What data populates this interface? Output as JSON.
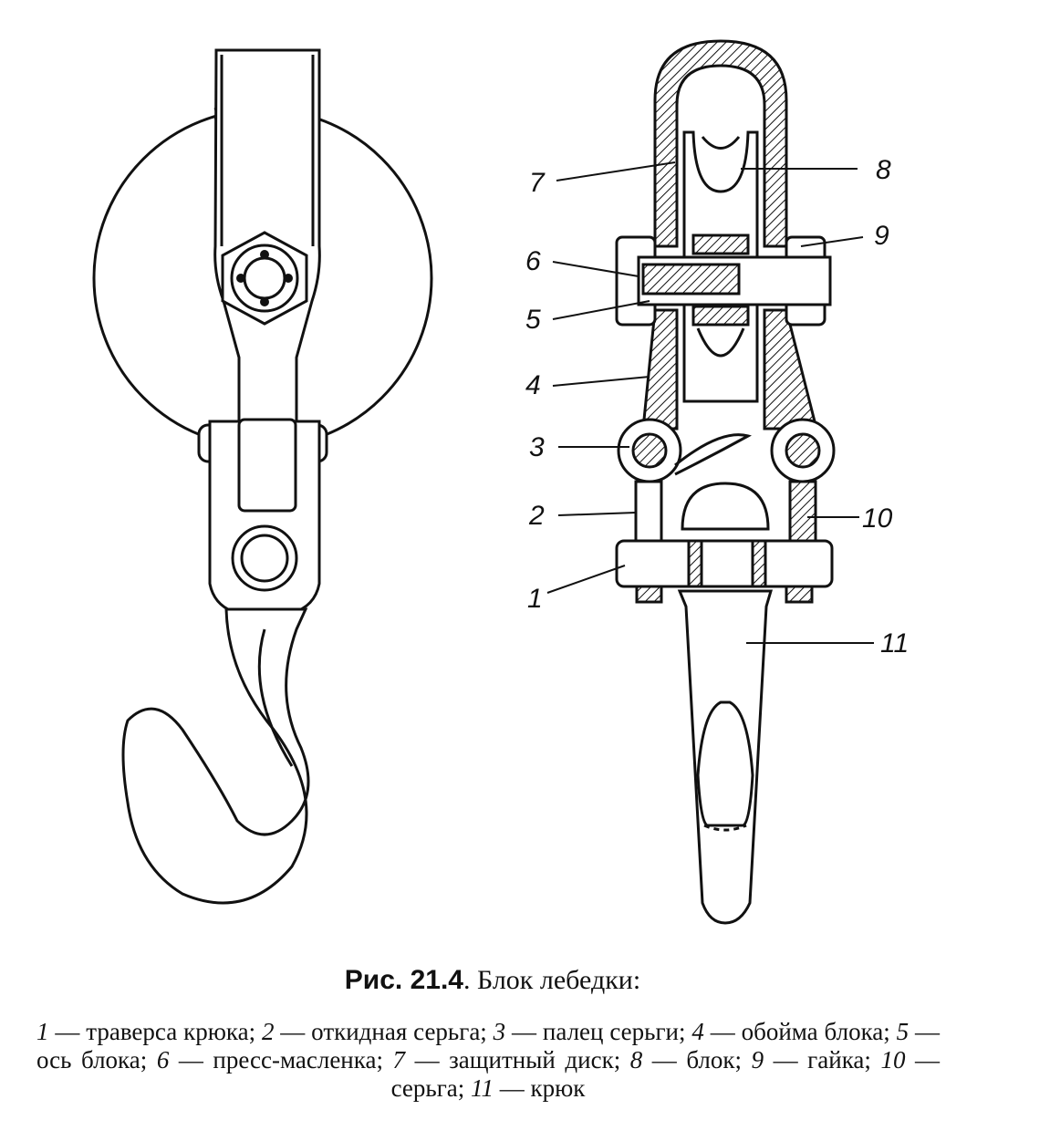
{
  "caption": {
    "number": "Рис. 21.4",
    "title": ". Блок лебедки:"
  },
  "callouts": [
    "1",
    "2",
    "3",
    "4",
    "5",
    "6",
    "7",
    "8",
    "9",
    "10",
    "11"
  ],
  "legend": [
    {
      "num": "1",
      "text": " — траверса крюка; "
    },
    {
      "num": "2",
      "text": " — откидная серьга; "
    },
    {
      "num": "3",
      "text": " — палец серьги; "
    },
    {
      "num": "4",
      "text": " — обойма блока; "
    },
    {
      "num": "5",
      "text": " — ось блока; "
    },
    {
      "num": "6",
      "text": " — пресс-масленка; "
    },
    {
      "num": "7",
      "text": " — защитный диск; "
    },
    {
      "num": "8",
      "text": " — блок; "
    },
    {
      "num": "9",
      "text": " — гайка; "
    },
    {
      "num": "10",
      "text": " — серьга; "
    },
    {
      "num": "11",
      "text": " — крюк"
    }
  ]
}
